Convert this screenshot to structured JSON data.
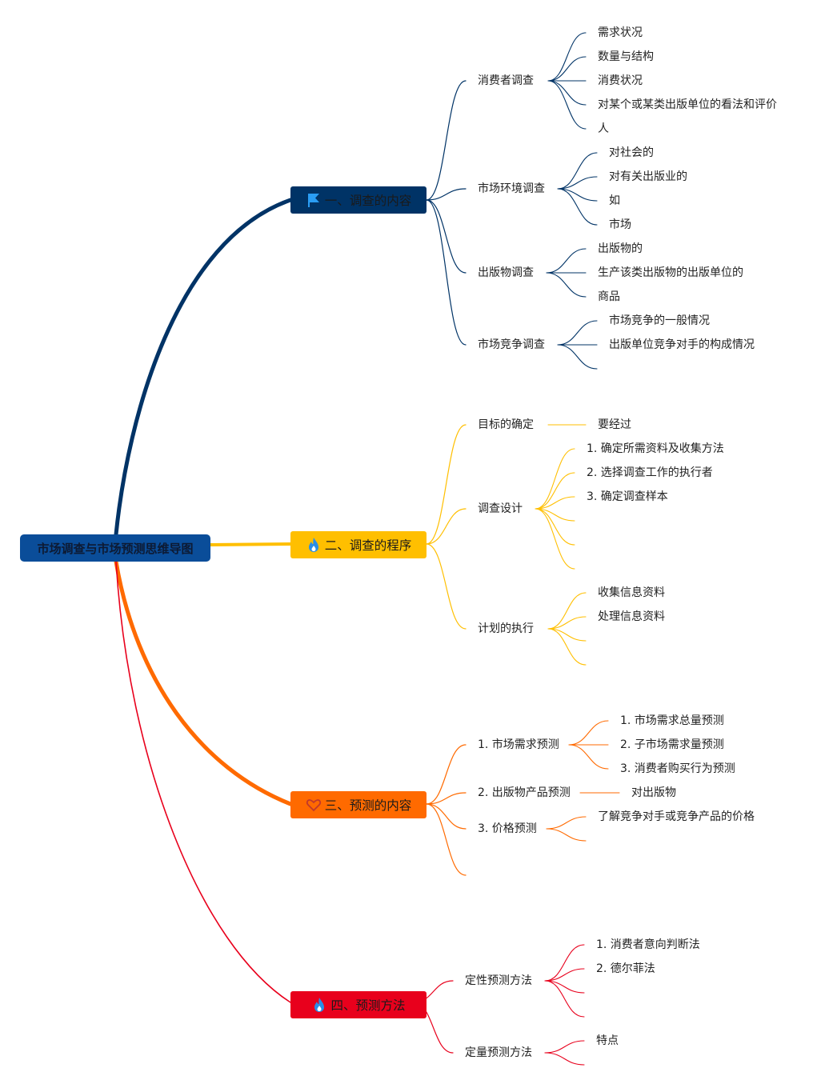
{
  "root": {
    "title": "市场调查与市场预测思维导图",
    "color": "#0a4d99"
  },
  "topics": [
    {
      "label": "一、调查的内容",
      "icon": "flag-icon",
      "color": "#003366",
      "subs": [
        {
          "label": "消费者调查",
          "leaves": [
            "需求状况",
            "数量与结构",
            "消费状况",
            "对某个或某类出版单位的看法和评价",
            "人"
          ]
        },
        {
          "label": "市场环境调查",
          "leaves": [
            "对社会的",
            "对有关出版业的",
            "如",
            "市场"
          ]
        },
        {
          "label": "出版物调查",
          "leaves": [
            "出版物的",
            "生产该类出版物的出版单位的",
            "商品"
          ]
        },
        {
          "label": "市场竞争调查",
          "leaves": [
            "市场竞争的一般情况",
            "出版单位竞争对手的构成情况",
            ""
          ]
        }
      ]
    },
    {
      "label": "二、调查的程序",
      "icon": "fire-icon",
      "color": "#ffbf00",
      "subs": [
        {
          "label": "目标的确定",
          "leaves": [
            "要经过"
          ]
        },
        {
          "label": "调查设计",
          "leaves": [
            "1. 确定所需资料及收集方法",
            "2. 选择调查工作的执行者",
            "3. 确定调查样本",
            "",
            "",
            ""
          ]
        },
        {
          "label": "计划的执行",
          "leaves": [
            "收集信息资料",
            "处理信息资料",
            "",
            ""
          ]
        }
      ]
    },
    {
      "label": "三、预测的内容",
      "icon": "heart-icon",
      "color": "#ff6a00",
      "subs": [
        {
          "label": "1. 市场需求预测",
          "leaves": [
            "1. 市场需求总量预测",
            "2. 子市场需求量预测",
            "3. 消费者购买行为预测"
          ]
        },
        {
          "label": "2. 出版物产品预测",
          "leaves": [
            "对出版物"
          ]
        },
        {
          "label": "3. 价格预测",
          "leaves": [
            "了解竞争对手或竞争产品的价格",
            ""
          ]
        },
        {
          "label": "",
          "leaves": []
        }
      ]
    },
    {
      "label": "四、预测方法",
      "icon": "fire-icon",
      "color": "#e8001c",
      "subs": [
        {
          "label": "定性预测方法",
          "leaves": [
            "1. 消费者意向判断法",
            "2. 德尔菲法",
            "",
            ""
          ]
        },
        {
          "label": "定量预测方法",
          "leaves": [
            "特点",
            ""
          ]
        }
      ]
    }
  ]
}
